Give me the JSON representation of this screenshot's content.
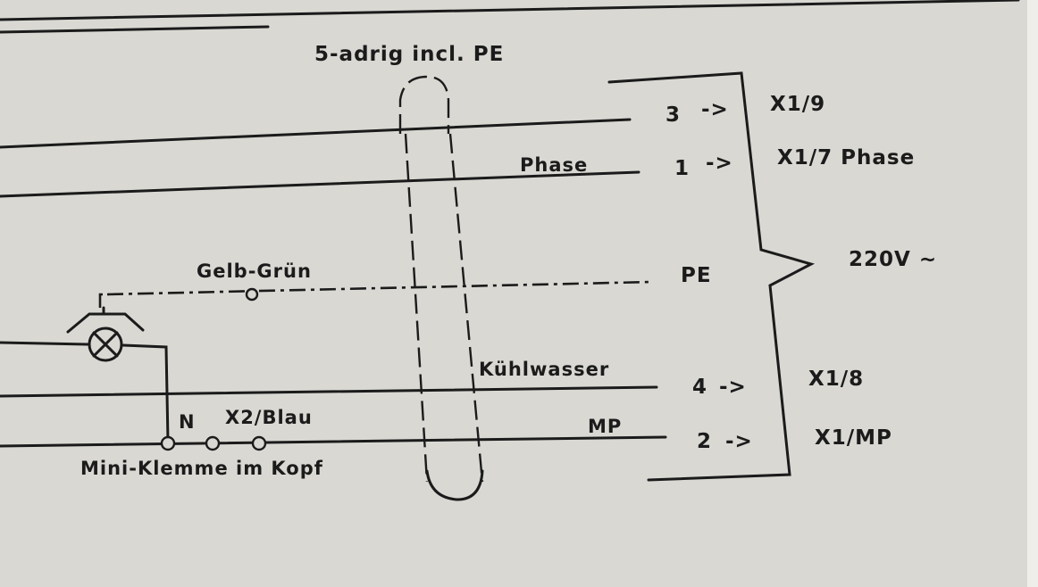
{
  "cable_label": "5-adrig incl. PE",
  "wires": {
    "phase_label": "Phase",
    "pe_color_label": "Gelb-Grün",
    "coolant_label": "Kühlwasser",
    "mp_label": "MP",
    "neutral_label": "N",
    "neutral_terminal_label": "X2/Blau",
    "terminal_block_label": "Mini-Klemme im Kopf"
  },
  "connections": [
    {
      "number": "3",
      "arrow": "->",
      "target": "X1/9"
    },
    {
      "number": "1",
      "arrow": "->",
      "target": "X1/7 Phase"
    },
    {
      "number": "",
      "arrow": "",
      "target": "PE"
    },
    {
      "number": "4",
      "arrow": "->",
      "target": "X1/8"
    },
    {
      "number": "2",
      "arrow": "->",
      "target": "X1/MP"
    }
  ],
  "supply_label": "220V ~",
  "colors": {
    "paper": "#d9d8d3",
    "ink": "#1b1b1b"
  }
}
